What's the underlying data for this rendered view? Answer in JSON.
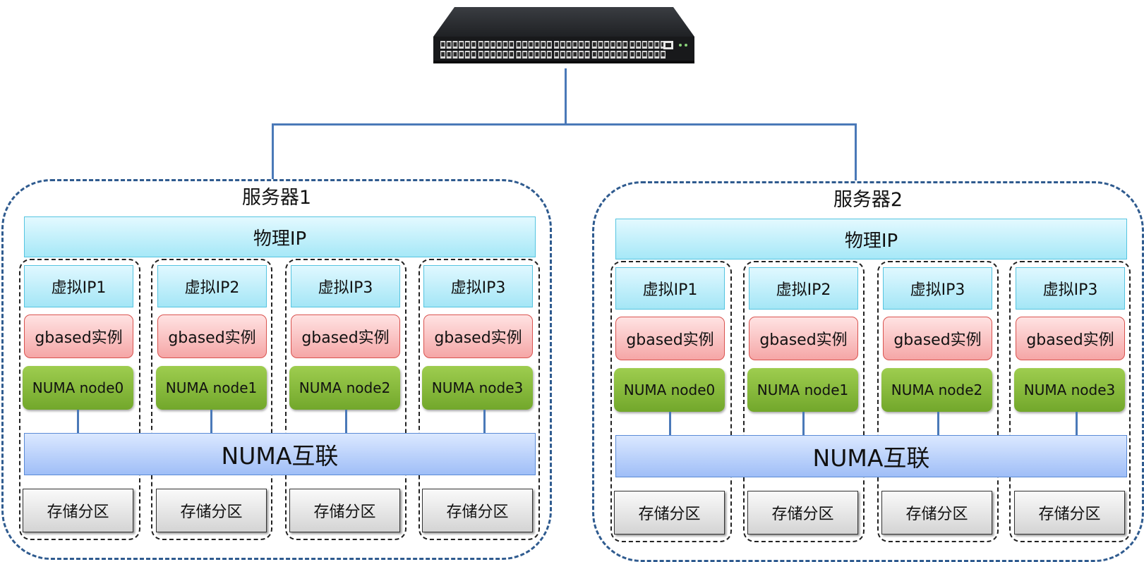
{
  "servers": [
    {
      "title": "服务器1",
      "physical_ip": "物理IP",
      "interconnect": "NUMA互联",
      "partitions": [
        {
          "virtual_ip": "虚拟IP1",
          "instance": "gbased实例",
          "numa_node": "NUMA node0",
          "storage": "存储分区"
        },
        {
          "virtual_ip": "虚拟IP2",
          "instance": "gbased实例",
          "numa_node": "NUMA node1",
          "storage": "存储分区"
        },
        {
          "virtual_ip": "虚拟IP3",
          "instance": "gbased实例",
          "numa_node": "NUMA node2",
          "storage": "存储分区"
        },
        {
          "virtual_ip": "虚拟IP3",
          "instance": "gbased实例",
          "numa_node": "NUMA node3",
          "storage": "存储分区"
        }
      ]
    },
    {
      "title": "服务器2",
      "physical_ip": "物理IP",
      "interconnect": "NUMA互联",
      "partitions": [
        {
          "virtual_ip": "虚拟IP1",
          "instance": "gbased实例",
          "numa_node": "NUMA node0",
          "storage": "存储分区"
        },
        {
          "virtual_ip": "虚拟IP2",
          "instance": "gbased实例",
          "numa_node": "NUMA node1",
          "storage": "存储分区"
        },
        {
          "virtual_ip": "虚拟IP3",
          "instance": "gbased实例",
          "numa_node": "NUMA node2",
          "storage": "存储分区"
        },
        {
          "virtual_ip": "虚拟IP3",
          "instance": "gbased实例",
          "numa_node": "NUMA node3",
          "storage": "存储分区"
        }
      ]
    }
  ],
  "switch": {
    "icon": "network-switch-icon"
  },
  "colors": {
    "link": "#4a79b8",
    "server_border": "#2f5b8f",
    "physical_ip": "#a6e8f7",
    "instance": "#f5a6a6",
    "numa_node": "#72a72b",
    "interconnect": "#9fbef7",
    "storage": "#d4d4d4"
  }
}
